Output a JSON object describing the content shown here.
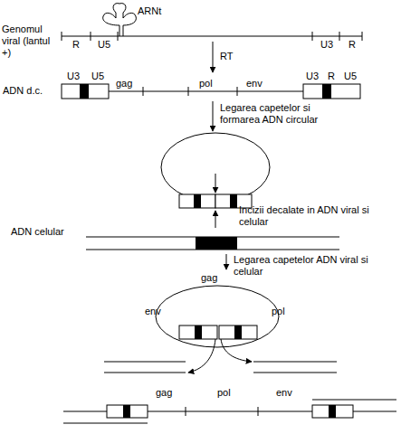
{
  "diagram": {
    "labels": [
      "Genomul viral (lantul +)",
      "ARNt",
      "R",
      "U5",
      "U3",
      "R",
      "RT",
      "ADN d.c.",
      "U3",
      "U5",
      "gag",
      "pol",
      "env",
      "U3",
      "R",
      "U5",
      "Legarea capetelor si formarea ADN circular",
      "Incizii decalate in ADN viral si celular",
      "ADN celular",
      "Legarea capetelor ADN viral si celular",
      "gag",
      "env",
      "pol",
      "gag",
      "pol",
      "env"
    ]
  }
}
